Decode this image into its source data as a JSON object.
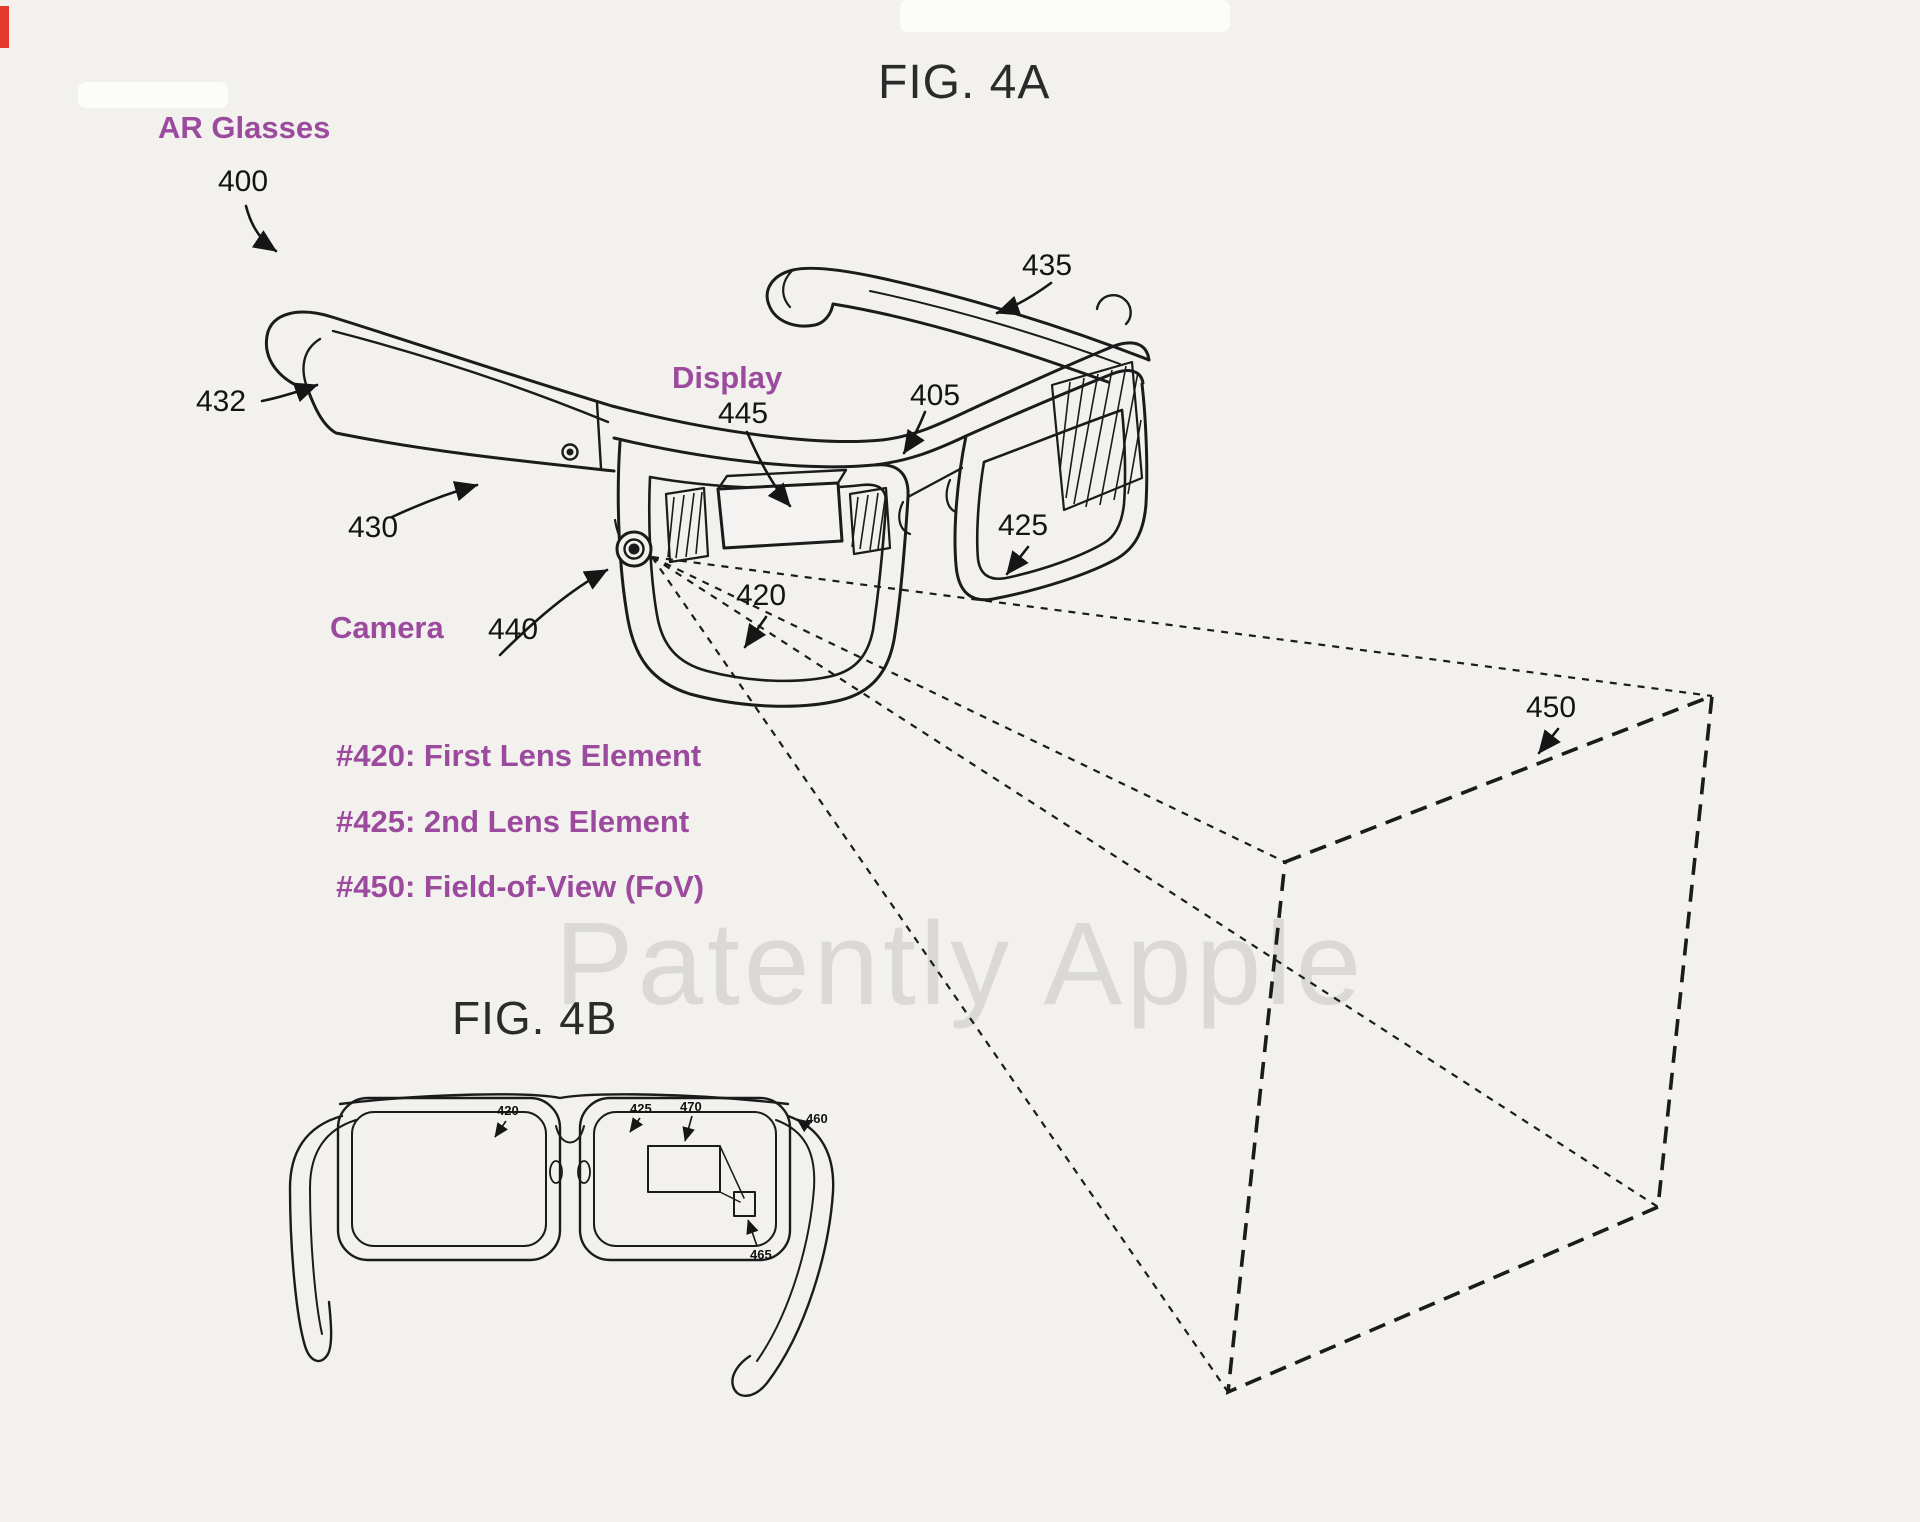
{
  "page": {
    "watermark": "Patently Apple",
    "background_color": "#f2f1ee",
    "ink_color": "#1b1b1b",
    "accent_color": "#9c4a9e"
  },
  "fig4a": {
    "title": "FIG. 4A",
    "ar_glasses_label": "AR Glasses",
    "display_label": "Display",
    "camera_label": "Camera",
    "refs": {
      "r400": "400",
      "r432": "432",
      "r435": "435",
      "r405": "405",
      "r430": "430",
      "r425": "425",
      "r420": "420",
      "r445": "445",
      "r440": "440",
      "r450": "450"
    }
  },
  "legend": {
    "items": [
      "#420: First Lens Element",
      "#425: 2nd Lens Element",
      "#450: Field-of-View (FoV)"
    ]
  },
  "fig4b": {
    "title": "FIG. 4B",
    "refs": {
      "r420": "420",
      "r425": "425",
      "r470": "470",
      "r460": "460",
      "r465": "465"
    }
  }
}
